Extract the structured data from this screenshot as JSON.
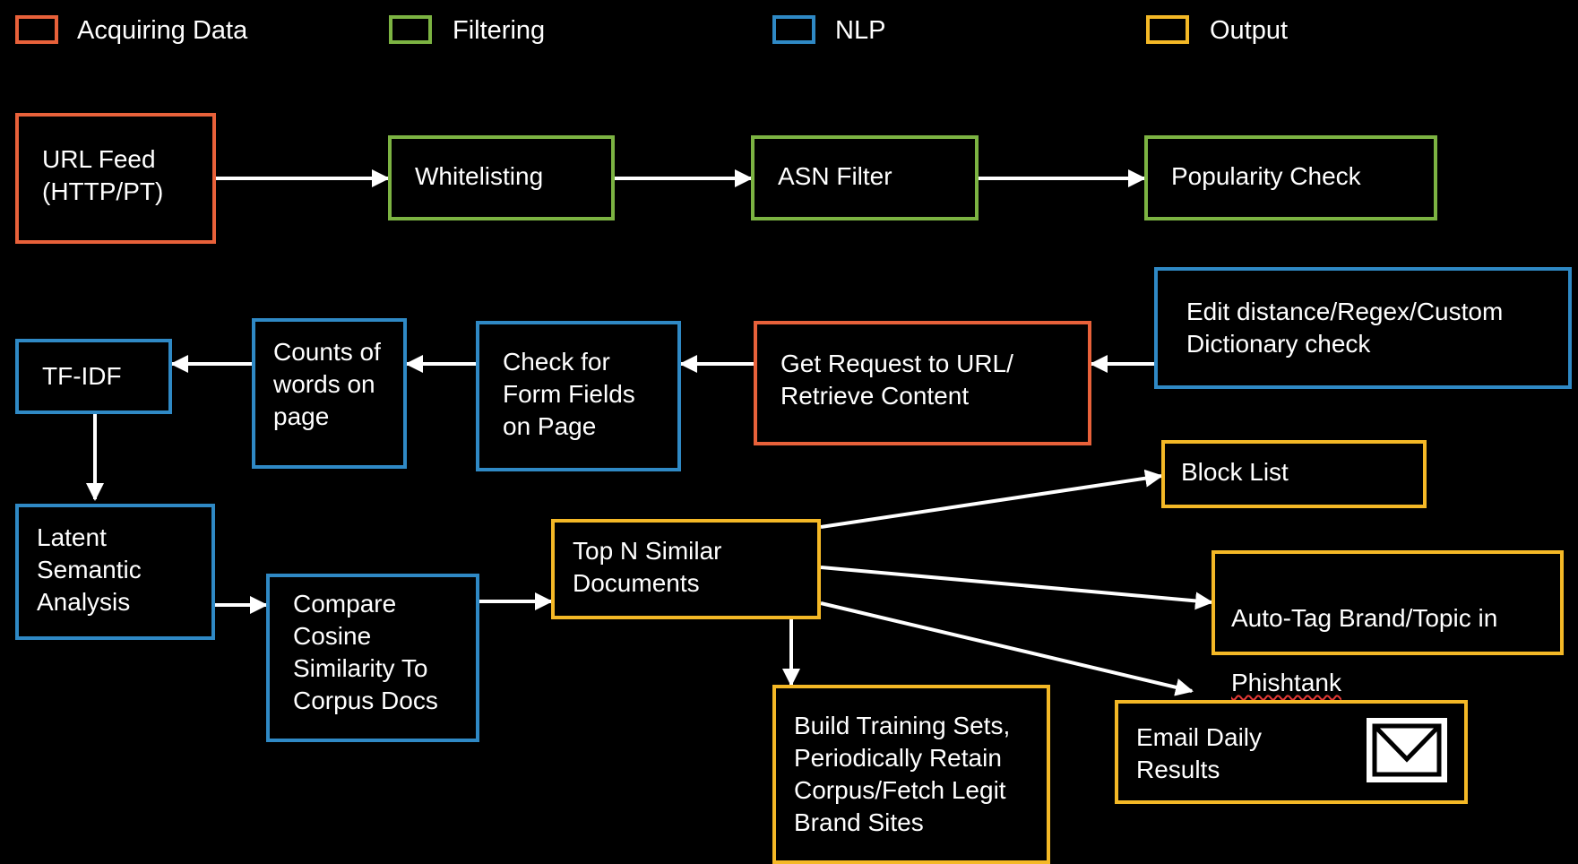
{
  "colors": {
    "acquiring": "#e8613a",
    "filtering": "#7cb342",
    "nlp": "#2f89c5",
    "output": "#f4b826",
    "arrow": "#ffffff",
    "background": "#000000"
  },
  "legend": [
    {
      "label": "Acquiring Data"
    },
    {
      "label": "Filtering"
    },
    {
      "label": "NLP"
    },
    {
      "label": "Output"
    }
  ],
  "nodes": {
    "url_feed": {
      "text": "URL Feed\n(HTTP/PT)"
    },
    "whitelisting": {
      "text": "Whitelisting"
    },
    "asn_filter": {
      "text": "ASN Filter"
    },
    "popularity_check": {
      "text": "Popularity Check"
    },
    "edit_distance": {
      "text": "Edit distance/Regex/Custom\nDictionary check"
    },
    "get_request": {
      "text": "Get Request to URL/\nRetrieve Content"
    },
    "form_fields": {
      "text": "Check for\nForm Fields\non Page"
    },
    "word_counts": {
      "text": "Counts of\nwords on\npage"
    },
    "tfidf": {
      "text": "TF-IDF"
    },
    "lsa": {
      "text": "Latent\nSemantic\nAnalysis"
    },
    "cosine": {
      "text": "Compare\nCosine\nSimilarity To\nCorpus Docs"
    },
    "top_n": {
      "text": "Top N Similar\nDocuments"
    },
    "block_list": {
      "text": "Block List"
    },
    "auto_tag": {
      "line1": "Auto-Tag Brand/Topic in",
      "line2": "Phishtank"
    },
    "training_sets": {
      "text": "Build Training Sets,\nPeriodically Retain\nCorpus/Fetch Legit\nBrand Sites"
    },
    "email": {
      "text": "Email Daily\nResults",
      "icon": "envelope-icon"
    }
  }
}
